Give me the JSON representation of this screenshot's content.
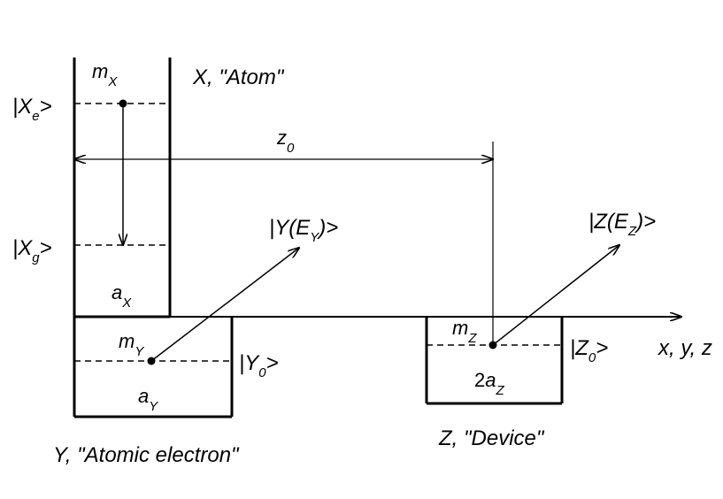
{
  "colors": {
    "ink": "#000000",
    "background": "#ffffff"
  },
  "labels": {
    "atom_title": "X, \"Atom\"",
    "electron_title": "Y, \"Atomic electron\"",
    "device_title": "Z, \"Device\"",
    "axis_label": "x, y, z"
  },
  "symbols": {
    "m_x": {
      "main": "m",
      "sub": "X"
    },
    "m_y": {
      "main": "m",
      "sub": "Y"
    },
    "m_z": {
      "main": "m",
      "sub": "Z"
    },
    "a_x": {
      "main": "a",
      "sub": "X"
    },
    "a_y": {
      "main": "a",
      "sub": "Y"
    },
    "a_z": {
      "prefix": "2",
      "main": "a",
      "sub": "Z"
    },
    "z0": {
      "main": "z",
      "sub": "0"
    }
  },
  "states": {
    "x_excited": {
      "open": "|X",
      "sub": "e",
      "close": ">"
    },
    "x_ground": {
      "open": "|X",
      "sub": "g",
      "close": ">"
    },
    "y_ground": {
      "open": "|Y",
      "sub": "0",
      "close": ">"
    },
    "z_ground": {
      "open": "|Z",
      "sub": "0",
      "close": ">"
    },
    "y_free": {
      "open": "|Y(E",
      "sub": "Y",
      "close": ")>"
    },
    "z_free": {
      "open": "|Z(E",
      "sub": "Z",
      "close": ")>"
    }
  }
}
